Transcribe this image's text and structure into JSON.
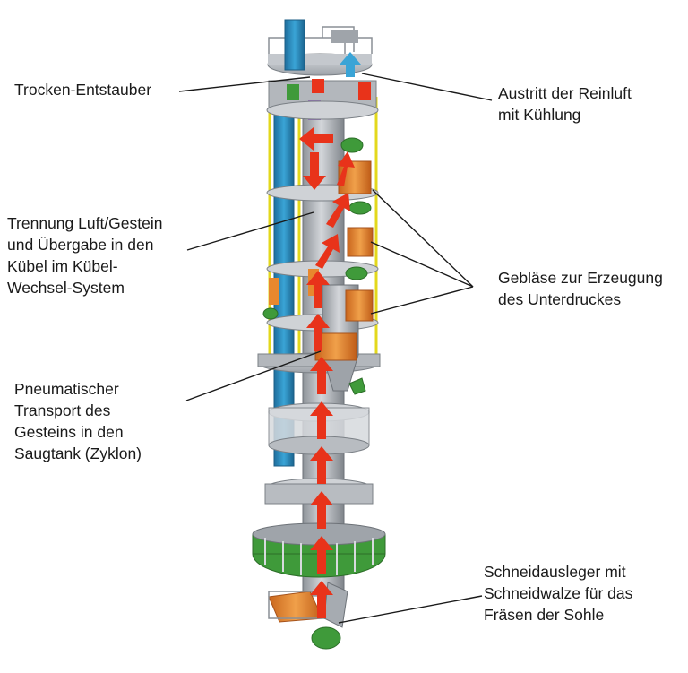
{
  "labels": {
    "dust_collector": "Trocken-Entstauber",
    "clean_air_outlet": "Austritt der Reinluft\nmit Kühlung",
    "separation": "Trennung Luft/Gestein\nund Übergabe in den\nKübel im Kübel-\nWechsel-System",
    "blowers": "Gebläse zur Erzeugung\ndes Unterdruckes",
    "pneumatic_transport": "Pneumatischer\nTransport des\nGesteins in den\nSaugtank (Zyklon)",
    "cutter_boom": "Schneidausleger mit\nSchneidwalze für das\nFräsen der Sohle"
  },
  "colors": {
    "machine_grey": "#a9adb3",
    "platform_grey": "#c4c8cd",
    "duct_blue": "#2b8fc4",
    "flow_arrow_red": "#e8331a",
    "blower_orange": "#e8882e",
    "drive_green": "#3f9a3a",
    "support_yellow": "#e3d81c",
    "leader_line": "#1a1a1a"
  }
}
